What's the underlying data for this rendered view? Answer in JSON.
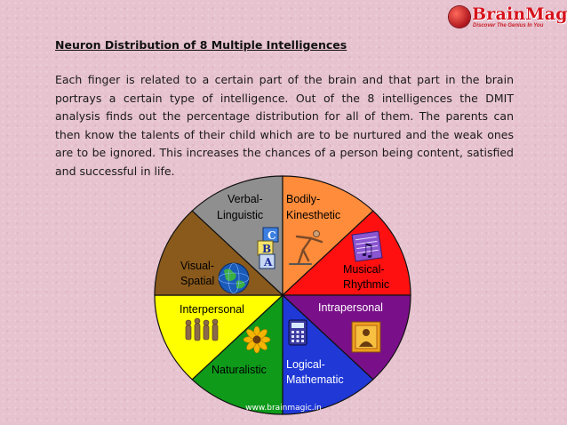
{
  "logo": {
    "brand": "BrainMagic",
    "tagline": "Discover The Genius In You"
  },
  "heading": "Neuron Distribution of 8 Multiple Intelligences",
  "paragraph": "Each finger is related to a certain part of the brain and that part in the brain portrays a certain type of intelligence. Out of the 8 intelligences the DMIT analysis finds out the percentage distribution for all of them. The parents can then know the talents of their child which are to be nurtured and the weak ones are to be ignored. This increases the chances of a person being content, satisfied and successful in life.",
  "wheel": {
    "segments": [
      {
        "id": "verbal",
        "line1": "Verbal-",
        "line2": "Linguistic",
        "color": "#8f8f8f",
        "icon": "abc-blocks-icon"
      },
      {
        "id": "bodily",
        "line1": "Bodily-",
        "line2": "Kinesthetic",
        "color": "#ff8c3a",
        "icon": "athlete-icon"
      },
      {
        "id": "musical",
        "line1": "Musical-",
        "line2": "Rhythmic",
        "color": "#ff1010",
        "icon": "music-sheet-icon"
      },
      {
        "id": "intrapersonal",
        "line1": "Intrapersonal",
        "line2": "",
        "color": "#7a0f8a",
        "icon": "self-portrait-icon"
      },
      {
        "id": "logical",
        "line1": "Logical-",
        "line2": "Mathematic",
        "color": "#1f38d6",
        "icon": "calculator-icon"
      },
      {
        "id": "naturalistic",
        "line1": "Naturalistic",
        "line2": "",
        "color": "#0f9a1a",
        "icon": "sunflower-icon"
      },
      {
        "id": "interpersonal",
        "line1": "Interpersonal",
        "line2": "",
        "color": "#ffff00",
        "icon": "people-group-icon"
      },
      {
        "id": "visual",
        "line1": "Visual-",
        "line2": "Spatial",
        "color": "#8a5a1c",
        "icon": "globe-icon"
      }
    ],
    "abc_letters": [
      "C",
      "B",
      "A"
    ]
  },
  "footer": "www.brainmagic.in"
}
